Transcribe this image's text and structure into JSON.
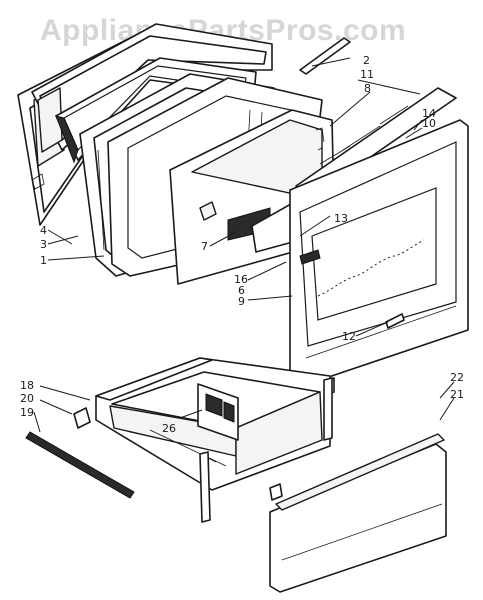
{
  "watermark": "AppliancePartsPros.com",
  "callouts": [
    {
      "id": "c1",
      "text": "1"
    },
    {
      "id": "c2",
      "text": "2"
    },
    {
      "id": "c3",
      "text": "3"
    },
    {
      "id": "c4",
      "text": "4"
    },
    {
      "id": "c6",
      "text": "6"
    },
    {
      "id": "c7",
      "text": "7"
    },
    {
      "id": "c8",
      "text": "8"
    },
    {
      "id": "c9",
      "text": "9"
    },
    {
      "id": "c10",
      "text": "10"
    },
    {
      "id": "c11",
      "text": "11"
    },
    {
      "id": "c12",
      "text": "12"
    },
    {
      "id": "c13",
      "text": "13"
    },
    {
      "id": "c14",
      "text": "14"
    },
    {
      "id": "c16",
      "text": "16"
    },
    {
      "id": "c18",
      "text": "18"
    },
    {
      "id": "c19",
      "text": "19"
    },
    {
      "id": "c20",
      "text": "20"
    },
    {
      "id": "c21",
      "text": "21"
    },
    {
      "id": "c22",
      "text": "22"
    },
    {
      "id": "c26",
      "text": "26"
    }
  ]
}
